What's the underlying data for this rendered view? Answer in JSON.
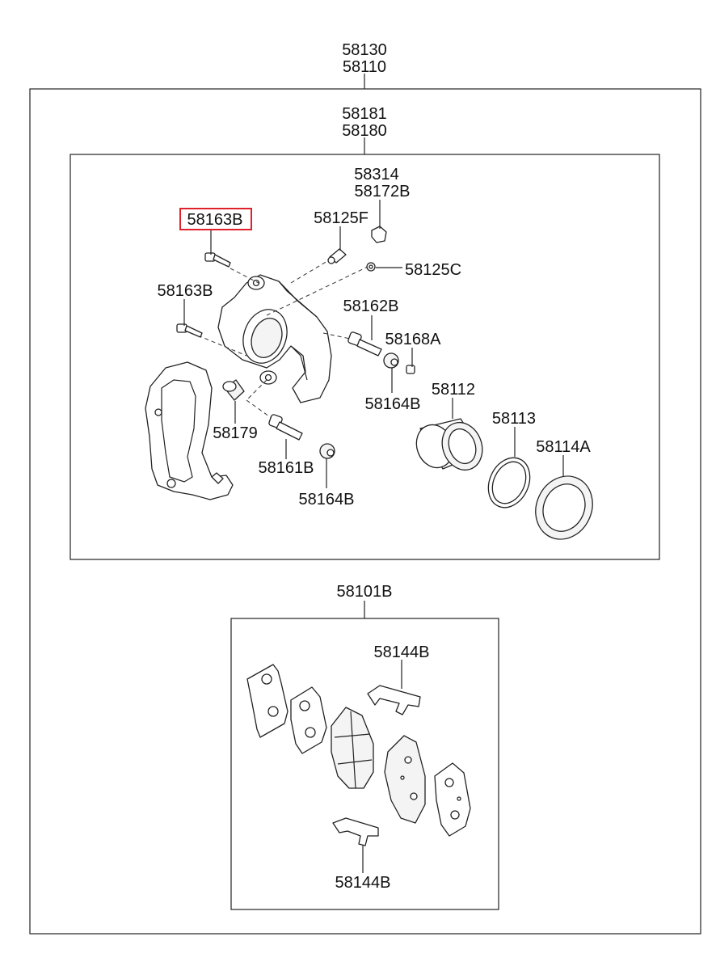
{
  "labels": {
    "assy_58130": "58130",
    "assy_58110": "58110",
    "caliper_58181": "58181",
    "caliper_58180": "58180",
    "bleeder_cap_58314": "58314",
    "bleeder_58172B": "58172B",
    "bolt_58163B_highlighted": "58163B",
    "plug_58125F": "58125F",
    "cap_58125C": "58125C",
    "bolt_58163B": "58163B",
    "pin_58162B": "58162B",
    "boot_58168A": "58168A",
    "bushing_58164B_upper": "58164B",
    "piston_58112": "58112",
    "seal_58113": "58113",
    "boot_58114A": "58114A",
    "sleeve_58179": "58179",
    "pin_58161B": "58161B",
    "bushing_58164B_lower": "58164B",
    "pad_kit_58101B": "58101B",
    "clip_58144B_upper": "58144B",
    "clip_58144B_lower": "58144B"
  },
  "highlight_color": "#e0212b"
}
